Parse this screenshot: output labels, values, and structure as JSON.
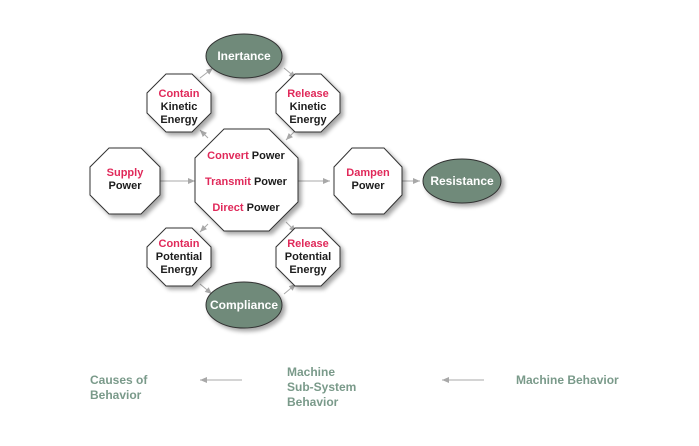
{
  "nodes": {
    "supply": {
      "lines": [
        {
          "text": "Supply",
          "color": "red"
        },
        {
          "text": "Power",
          "color": "dark"
        }
      ]
    },
    "contain_kinetic": {
      "lines": [
        {
          "text": "Contain",
          "color": "red"
        },
        {
          "text": "Kinetic",
          "color": "dark"
        },
        {
          "text": "Energy",
          "color": "dark"
        }
      ]
    },
    "release_kinetic": {
      "lines": [
        {
          "text": "Release",
          "color": "red"
        },
        {
          "text": "Kinetic",
          "color": "dark"
        },
        {
          "text": "Energy",
          "color": "dark"
        }
      ]
    },
    "contain_potential": {
      "lines": [
        {
          "text": "Contain",
          "color": "red"
        },
        {
          "text": "Potential",
          "color": "dark"
        },
        {
          "text": "Energy",
          "color": "dark"
        }
      ]
    },
    "release_potential": {
      "lines": [
        {
          "text": "Release",
          "color": "red"
        },
        {
          "text": "Potential",
          "color": "dark"
        },
        {
          "text": "Energy",
          "color": "dark"
        }
      ]
    },
    "dampen": {
      "lines": [
        {
          "text": "Dampen",
          "color": "red"
        },
        {
          "text": "Power",
          "color": "dark"
        }
      ]
    },
    "central": {
      "rows": [
        {
          "verb": "Convert",
          "noun": " Power"
        },
        {
          "verb": "Transmit",
          "noun": " Power"
        },
        {
          "verb": "Direct",
          "noun": " Power"
        }
      ]
    },
    "inertance": "Inertance",
    "compliance": "Compliance",
    "resistance": "Resistance"
  },
  "footer": {
    "causes": [
      "Causes of",
      "Behavior"
    ],
    "subsystem": [
      "Machine",
      "Sub-System",
      "Behavior"
    ],
    "machine": "Machine Behavior"
  },
  "colors": {
    "verb": "#e0295a",
    "text": "#1c1c1c",
    "ellipse_fill": "#6f8a7a",
    "footer": "#7a9a8a",
    "arrow": "#a8a8a8"
  }
}
